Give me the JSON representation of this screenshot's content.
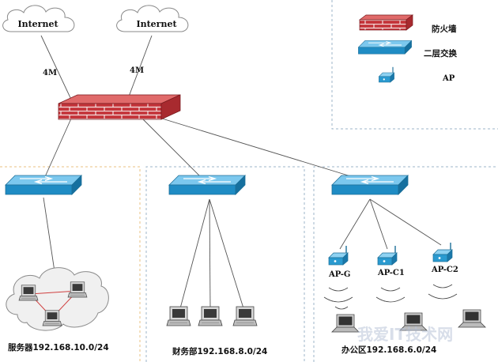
{
  "internet": [
    "Internet",
    "Internet"
  ],
  "bandwidth": [
    "4M",
    "4M"
  ],
  "legend": {
    "firewall": "防火墙",
    "switch": "二层交换",
    "ap": "AP"
  },
  "aps": [
    "AP-G",
    "AP-C1",
    "AP-C2"
  ],
  "zones": {
    "server": "服务器192.168.10.0/24",
    "finance": "财务部192.168.8.0/24",
    "office": "办公区192.168.6.0/24"
  },
  "watermark": "我爱IT技术网",
  "colors": {
    "firewall": "#c4343a",
    "switch": "#2a9ad0",
    "dashed_orange": "#e8c080",
    "dashed_blue": "#9cb4c8"
  }
}
